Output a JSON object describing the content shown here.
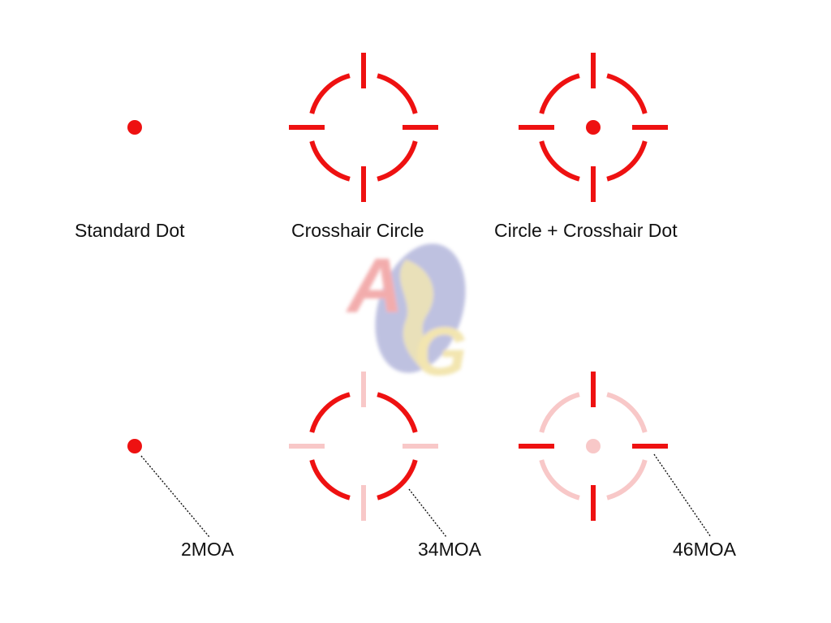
{
  "colors": {
    "reticle": "#ee1111",
    "reticle_faded": "#f8c8c8",
    "leader": "#111111",
    "text": "#111111"
  },
  "labels": {
    "standard_dot": "Standard Dot",
    "crosshair_circle": "Crosshair Circle",
    "circle_crosshair_dot": "Circle + Crosshair Dot",
    "moa_2": "2MOA",
    "moa_34": "34MOA",
    "moa_46": "46MOA"
  },
  "watermark": {
    "text": "AG",
    "icon": "globe-logo-icon"
  }
}
